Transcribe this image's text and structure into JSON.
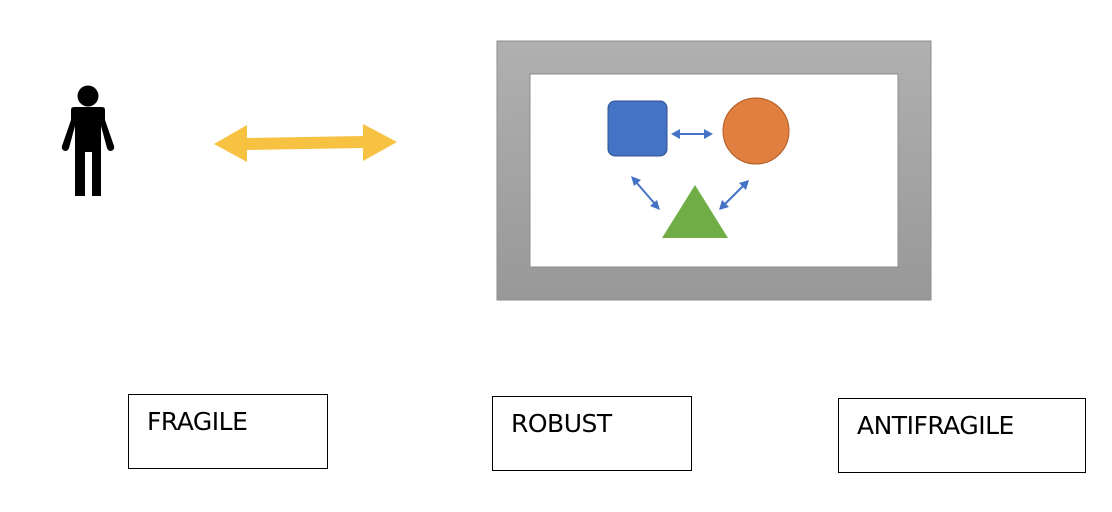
{
  "labels": {
    "fragile": "FRAGILE",
    "robust": "ROBUST",
    "antifragile": "ANTIFRAGILE"
  },
  "icons": {
    "person": "person-icon",
    "interaction": "double-arrow-icon",
    "system": "framed-system",
    "square": "blue-square",
    "circle": "orange-circle",
    "triangle": "green-triangle"
  },
  "colors": {
    "person": "#000000",
    "yellow_arrow": "#F7C142",
    "frame": "#A6A6A6",
    "frame_inner": "#FFFFFF",
    "square": "#4472C4",
    "circle": "#E07F40",
    "triangle": "#70AD47",
    "small_arrows": "#4472C4"
  }
}
